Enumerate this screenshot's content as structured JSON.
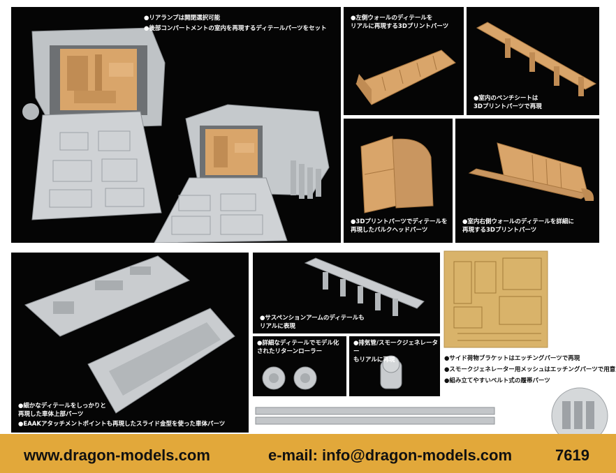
{
  "colors": {
    "background": "#ffffff",
    "panel": "#050505",
    "grey_part": "#c9cccf",
    "tan_part": "#d9a56a",
    "fret": "#d9b36a",
    "footer": "#e2a83a"
  },
  "panels": {
    "main": {
      "captions": [
        "●リアランプは開閉選択可能",
        "●後部コンパートメントの室内を再現するディテールパーツをセット"
      ]
    },
    "left_wall": {
      "caption": "●左側ウォールのディテールを\nリアルに再現する3Dプリントパーツ"
    },
    "bench": {
      "caption": "●室内のベンチシートは\n3Dプリントパーツで再現"
    },
    "bulkhead": {
      "caption": "●3Dプリントパーツでディテールを\n再現したバルクヘッドパーツ"
    },
    "right_wall": {
      "caption": "●室内右側ウォールのディテールを詳細に\n再現する3Dプリントパーツ"
    },
    "hull": {
      "captions": [
        "●細かなディテールをしっかりと\n再現した車体上部パーツ",
        "●EAAKアタッチメントポイントも再現したスライド金型を使った車体パーツ"
      ]
    },
    "suspension": {
      "caption": "●サスペンションアームのディテールも\nリアルに表現"
    },
    "rollers": {
      "caption": "●詳細なディテールでモデル化\nされたリターンローラー"
    },
    "exhaust": {
      "caption": "●排気管/スモークジェネレーター\nもリアルに再現"
    },
    "etch": {
      "captions": [
        "●サイド荷物ブラケットはエッチングパーツで再現",
        "●スモークジェネレーター用メッシュはエッチングパーツで用意",
        "●組み立てやすいベルト式の履帯パーツ"
      ]
    }
  },
  "footer": {
    "website": "www.dragon-models.com",
    "email": "e-mail: info@dragon-models.com",
    "kit_number": "7619"
  }
}
